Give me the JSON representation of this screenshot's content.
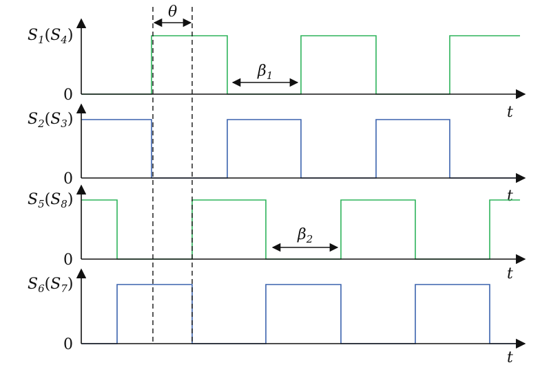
{
  "colors": {
    "green": "#2db35a",
    "blue": "#3a62ad",
    "axis": "#111111"
  },
  "annotations": {
    "theta": "θ",
    "beta1": "β",
    "beta1_sub": "1",
    "beta2": "β",
    "beta2_sub": "2"
  },
  "rows": [
    {
      "id": "s1",
      "label_main": "S",
      "label_sub1": "1",
      "label_mid": "(",
      "label_s": "S",
      "label_sub2": "4",
      "label_end": ")",
      "zero": "0",
      "t": "t",
      "color": "green",
      "high_intervals": [
        [
          220,
          330
        ],
        [
          437,
          546
        ],
        [
          653,
          755
        ]
      ]
    },
    {
      "id": "s2",
      "label_main": "S",
      "label_sub1": "2",
      "label_mid": "(",
      "label_s": "S",
      "label_sub2": "3",
      "label_end": ")",
      "zero": "0",
      "t": "t",
      "color": "blue",
      "high_intervals": [
        [
          118,
          220
        ],
        [
          330,
          437
        ],
        [
          546,
          653
        ]
      ]
    },
    {
      "id": "s5",
      "label_main": "S",
      "label_sub1": "5",
      "label_mid": "(",
      "label_s": "S",
      "label_sub2": "8",
      "label_end": ")",
      "zero": "0",
      "t": "t",
      "color": "green",
      "high_intervals": [
        [
          118,
          170
        ],
        [
          279,
          386
        ],
        [
          495,
          603
        ],
        [
          711,
          755
        ]
      ]
    },
    {
      "id": "s6",
      "label_main": "S",
      "label_sub1": "6",
      "label_mid": "(",
      "label_s": "S",
      "label_sub2": "7",
      "label_end": ")",
      "zero": "0",
      "t": "t",
      "color": "blue",
      "high_intervals": [
        [
          170,
          279
        ],
        [
          386,
          495
        ],
        [
          603,
          711
        ]
      ]
    }
  ]
}
